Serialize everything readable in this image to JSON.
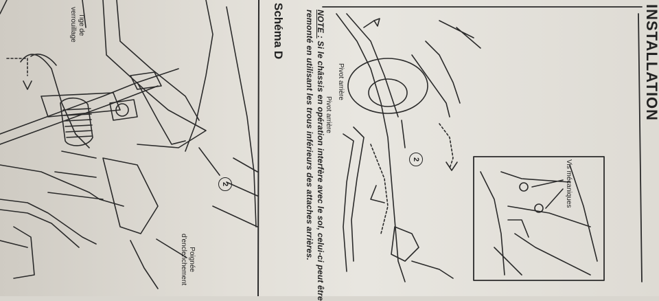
{
  "header": {
    "installation_title": "INSTALLATION"
  },
  "schema": {
    "title": "Schéma D"
  },
  "note": {
    "keyword": "NOTE :",
    "line1": "Si le châssis en opération interfère avec le sol, celui-ci peut être",
    "line2": "remonté en utilisant les trous inférieurs des attaches arrières."
  },
  "labels": {
    "tige_line1": "Tige de",
    "tige_line2": "verrouillage",
    "poignee_line1": "Poignée",
    "poignee_line2": "d'enclenchement",
    "pivot_arriere_top": "Pivot arrière",
    "pivot_arriere_mid": "Pivot arrière",
    "vis_mecaniques": "Vis mécaniques"
  },
  "callouts": {
    "left": "2",
    "right": "2"
  }
}
